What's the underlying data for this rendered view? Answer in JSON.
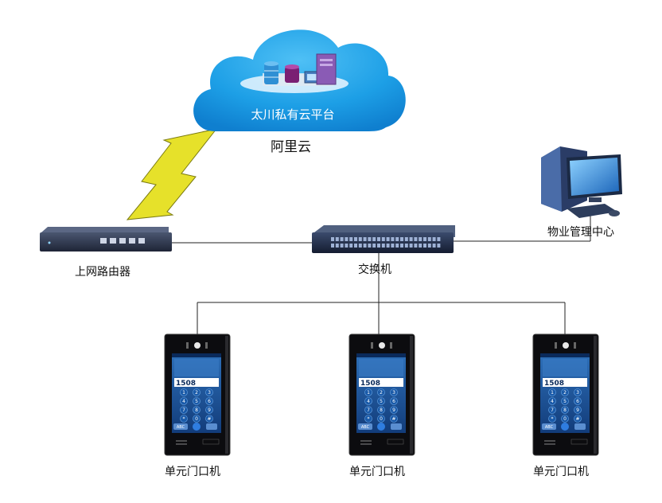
{
  "cloud": {
    "platform_label": "太川私有云平台",
    "provider_label": "阿里云"
  },
  "devices": {
    "router_label": "上网路由器",
    "switch_label": "交换机",
    "pc_label": "物业管理中心",
    "door_stations": [
      {
        "label": "单元门口机",
        "screen_number": "1508",
        "button_label": "ABC"
      },
      {
        "label": "单元门口机",
        "screen_number": "1508",
        "button_label": "ABC"
      },
      {
        "label": "单元门口机",
        "screen_number": "1508",
        "button_label": "ABC"
      }
    ],
    "keypad_keys": [
      "1",
      "2",
      "3",
      "4",
      "5",
      "6",
      "7",
      "8",
      "9",
      "*",
      "0",
      "#"
    ]
  },
  "colors": {
    "cloud_blue": "#1a9ee5",
    "lightning": "#e6e12a",
    "router_body": "#2b3247",
    "switch_body": "#1f2a44",
    "line": "#222222"
  }
}
